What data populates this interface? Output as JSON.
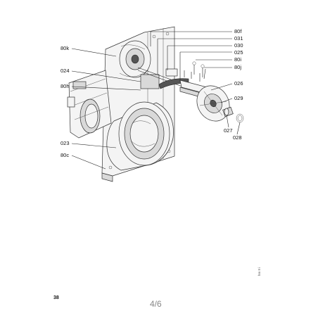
{
  "labels": {
    "l80f": "80f",
    "l031": "031",
    "l030": "030",
    "l025": "025",
    "l80i": "80i",
    "l80j": "80j",
    "l80k": "80k",
    "l024": "024",
    "l80h": "80h",
    "l026": "026",
    "l029": "029",
    "l027": "027",
    "l028": "028",
    "l023": "023",
    "l80c": "80c"
  },
  "page": {
    "number": "38",
    "fraction": "4/6",
    "side_code": "hm 8 i"
  }
}
